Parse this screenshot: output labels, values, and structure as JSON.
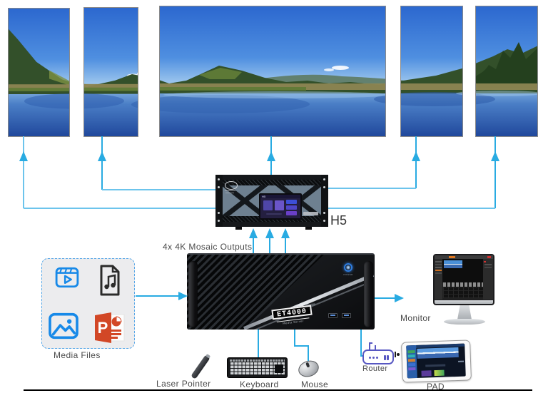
{
  "wall": {
    "panel_count": 5
  },
  "processor": {
    "label": "H5",
    "screen_title": "H5"
  },
  "annotations": {
    "mosaic_outputs": "4x 4K Mosaic Outputs"
  },
  "server": {
    "model": "ET4000",
    "tagline": "Media Server",
    "power_label": "POWER"
  },
  "peripherals": {
    "media_files": "Media Files",
    "monitor": "Monitor",
    "laser_pointer": "Laser Pointer",
    "keyboard": "Keyboard",
    "mouse": "Mouse",
    "router": "Router",
    "pad": "PAD"
  },
  "icons": {
    "ppt_letter": "P"
  },
  "colors": {
    "arrow_blue": "#29ABE2",
    "icon_blue": "#1789E8",
    "ppt_red": "#D24726",
    "router_indigo": "#5757C2",
    "label_text": "#4A4A4A"
  }
}
